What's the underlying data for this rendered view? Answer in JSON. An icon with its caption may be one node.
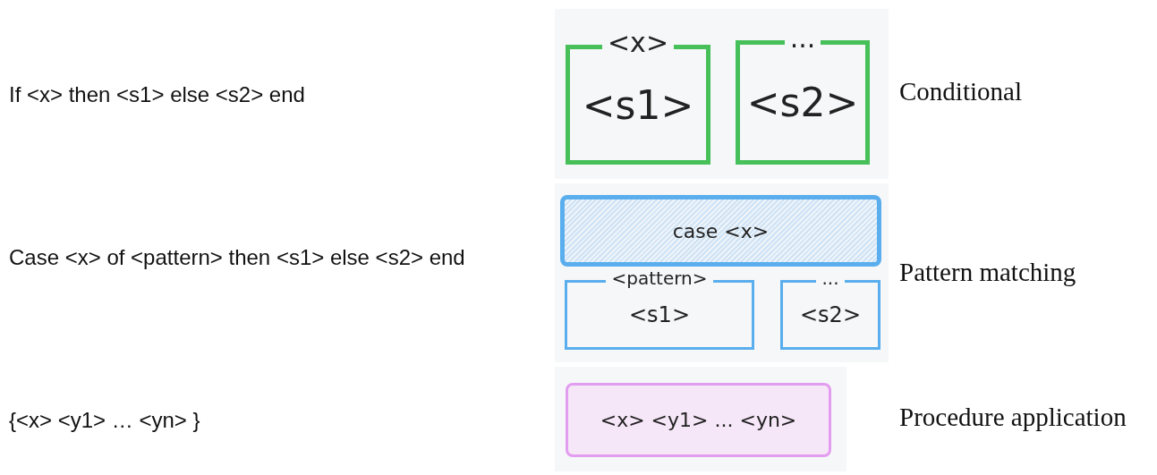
{
  "diagram": {
    "nodes": [
      {
        "text": [
          "<x>",
          "<s1>"
        ]
      },
      {
        "text": [
          "...",
          "<s2>"
        ]
      },
      {
        "text": [
          "case <x>"
        ]
      },
      {
        "text": [
          "<pattern>",
          "<s1>"
        ]
      },
      {
        "text": [
          "...",
          "<s2>"
        ]
      },
      {
        "text": [
          "<x> <y1> ... <yn>"
        ]
      }
    ],
    "edges": [],
    "labels": [
      "If <x> then <s1> else <s2> end",
      "Conditional",
      "Case <x> of <pattern> then <s1> else <s2> end",
      "Pattern matching",
      "{<x> <y1> … <yn> }",
      "Procedure application"
    ]
  }
}
